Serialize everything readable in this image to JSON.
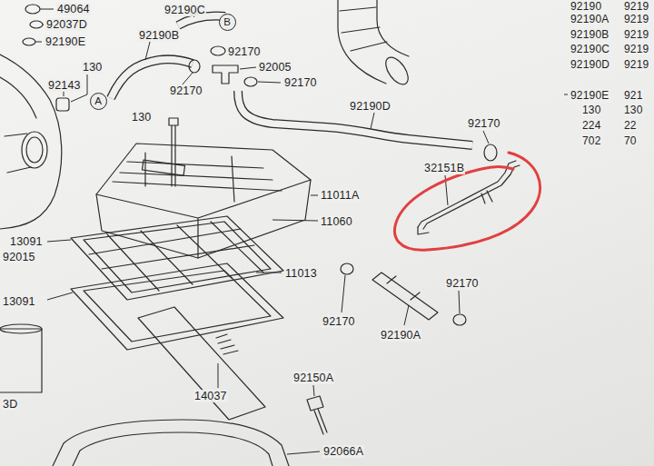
{
  "diagram": {
    "nodes": [
      {
        "text": [
          "B"
        ]
      },
      {
        "text": [
          "A"
        ]
      }
    ],
    "labels": [
      "49064",
      "92037D",
      "92190E",
      "92190C",
      "92190B",
      "92170",
      "92005",
      "130",
      "92143",
      "92170",
      "92170",
      "130",
      "92190D",
      "92170",
      "32151B",
      "11011A",
      "11060",
      "13091",
      "92015",
      "11013",
      "92170",
      "13091",
      "92170",
      "92190A",
      "92150A",
      "14037",
      "92066A",
      "3D",
      "92190",
      "9219",
      "92190A",
      "9219",
      "92190B",
      "9219",
      "92190C",
      "9219",
      "92190D",
      "9219",
      "92190E",
      "921",
      "130",
      "130",
      "224",
      "22",
      "702",
      "70"
    ]
  }
}
